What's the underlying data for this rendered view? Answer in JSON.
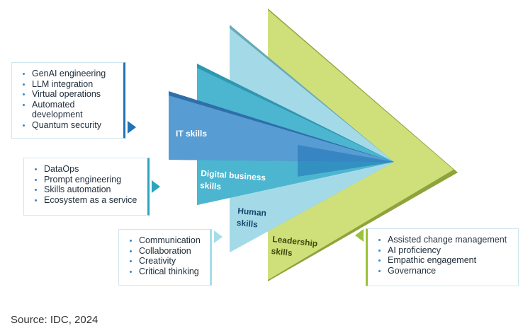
{
  "colors": {
    "it": "#5b9fd6",
    "it_dark": "#2f6fa9",
    "digital": "#4fb9d2",
    "digital_dark": "#2f97b0",
    "human": "#a9deea",
    "human_dark": "#6aa9b8",
    "leadership": "#cfe07a",
    "leadership_dark": "#8ea33c",
    "apex_core": "#1f73b7"
  },
  "skills": {
    "it": {
      "label_line1": "IT skills",
      "items": [
        "GenAI engineering",
        "LLM integration",
        "Virtual operations",
        "Automated development",
        "Quantum security"
      ]
    },
    "digital": {
      "label_line1": "Digital business",
      "label_line2": "skills",
      "items": [
        "DataOps",
        "Prompt engineering",
        "Skills automation",
        "Ecosystem as a service"
      ]
    },
    "human": {
      "label_line1": "Human",
      "label_line2": "skills",
      "items": [
        "Communication",
        "Collaboration",
        "Creativity",
        "Critical thinking"
      ]
    },
    "leadership": {
      "label_line1": "Leadership",
      "label_line2": "skills",
      "items": [
        "Assisted change management",
        "AI proficiency",
        "Empathic engagement",
        "Governance"
      ]
    }
  },
  "source": "Source: IDC, 2024"
}
